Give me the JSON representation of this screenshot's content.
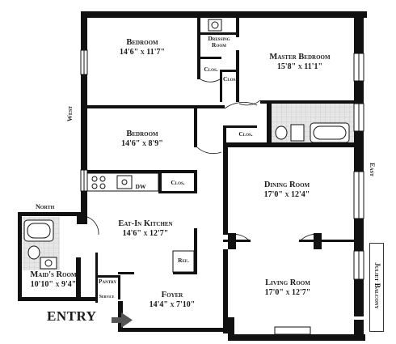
{
  "rooms": {
    "bedroom1": {
      "name": "Bedroom",
      "size": "14'6\" x 11'7\""
    },
    "master": {
      "name": "Master Bedroom",
      "size": "15'8\" x 11'1\""
    },
    "bedroom2": {
      "name": "Bedroom",
      "size": "14'6\" x 8'9\""
    },
    "dining": {
      "name": "Dining Room",
      "size": "17'0\" x 12'4\""
    },
    "kitchen": {
      "name": "Eat-In Kitchen",
      "size": "14'6\" x 12'7\""
    },
    "maids": {
      "name": "Maid's Room",
      "size": "10'10\" x 9'4\""
    },
    "foyer": {
      "name": "Foyer",
      "size": "14'4\" x 7'10\""
    },
    "living": {
      "name": "Living Room",
      "size": "17'0\" x 12'7\""
    }
  },
  "small_labels": {
    "dressing": "Dressing Room",
    "clos1": "Clos.",
    "clos2": "Clos.",
    "clos3": "Clos.",
    "clos4": "Clos.",
    "dw": "DW",
    "ref": "Ref.",
    "pantry": "Pantry",
    "service": "Service"
  },
  "compass": {
    "north": "North",
    "west": "West",
    "east": "East"
  },
  "balcony": "Juliet Balcony",
  "entry": "ENTRY",
  "colors": {
    "wall": "#111111",
    "tile": "#d9d9d9",
    "arrow": "#555555"
  }
}
